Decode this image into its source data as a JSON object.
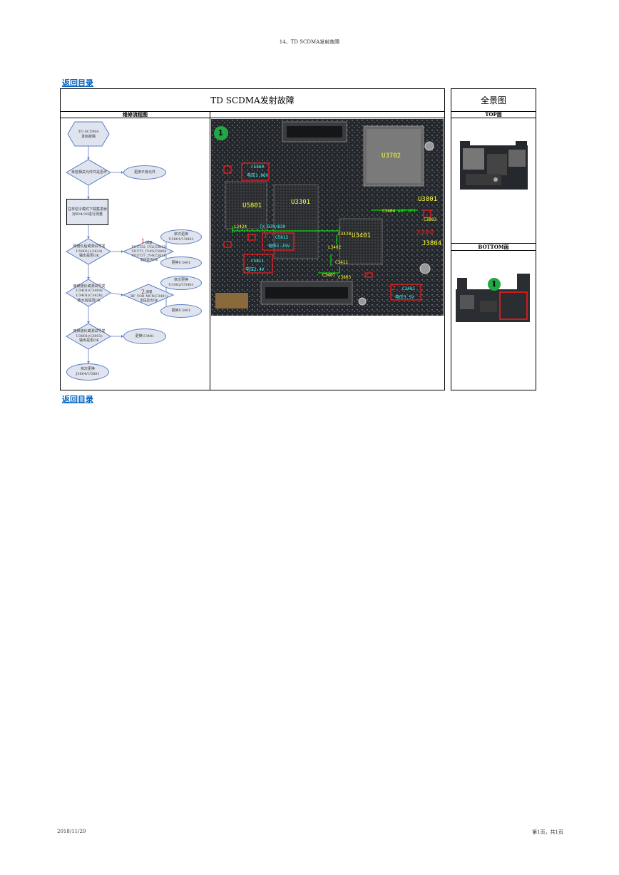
{
  "header": {
    "title": "14、TD SCDMA发射故障"
  },
  "links": {
    "back_top": "返回目录",
    "back_bottom": "返回目录"
  },
  "table": {
    "main_title": "TD SCDMA发射故障",
    "overview_title": "全景图",
    "flow_header": "维修流程图",
    "top_label": "TOP面",
    "bottom_label": "BOTTOM面"
  },
  "flow": {
    "start": "TD SCDMA\n发射故障",
    "d1": "目检相关元件件是否坏",
    "a1": "更换不良元件",
    "r1": "在非信令模式下载集发射\n对B34/39进行测量",
    "d2": "频谱仪后或测试号发\nU5801(L2424)\n输出是否OK",
    "step1_num": "1.",
    "step1": "测量\nVOUT32_1V2(C5813)\nVOUT3_1V45(C5860)\nVOUT37_2V4(C5811)\n电压是否OK",
    "a2a": "依次更换\nU5801/U3801",
    "a2b": "更换U3401",
    "d3": "用频谱仪或测试号发\nU3401(C3404)\nU3401(C3428)\n放大后是否OK",
    "step2_num": "2.",
    "step2": "测量\nRF_VOR_MCN(C3401)\n电压是否OK",
    "a3a": "依次更换\nU3402/U3401",
    "a3b": "更换U3401",
    "d4": "用频谱仪或测试号发\nU3801(C3803)\n输出是否OK",
    "a4": "更换U3401",
    "end": "依次更换\nJ3804/U5801"
  },
  "pcb": {
    "marker": "1",
    "labels": {
      "u3702": "U3702",
      "u5801": "U5801",
      "u3301": "U3301",
      "u3401": "U3401",
      "u3801": "U3801",
      "j3804": "J3804",
      "c5860": "C5860",
      "c5860v": "电压1.86V",
      "c5813": "C5813",
      "c5813v": "电压1.25V",
      "c5811": "C5811",
      "c5811v": "电压2.4V",
      "c3401": "C3401",
      "c3401v": "电压3.5V",
      "n1": "1.",
      "n2": "2.",
      "l2424": "L2424",
      "tx": "TX_B34/B39",
      "c3404": "C3404",
      "antpath": "ANT_MTI",
      "c3428": "C3428",
      "l3402": "L3402",
      "c3803": "C3803",
      "c3411": "C3411",
      "c3407": "C3407",
      "c3803b": "C3803",
      "red_note": "无法测试"
    }
  },
  "overview": {
    "marker": "1"
  },
  "footer": {
    "date": "2018/11/29",
    "page": "第1页，共1页"
  },
  "colors": {
    "link": "#0563c1",
    "flow_fill": "#dfe4ef",
    "flow_stroke": "#5b7cc4",
    "pcb_bg": "#1b1d20",
    "marker_green": "#22a744"
  }
}
